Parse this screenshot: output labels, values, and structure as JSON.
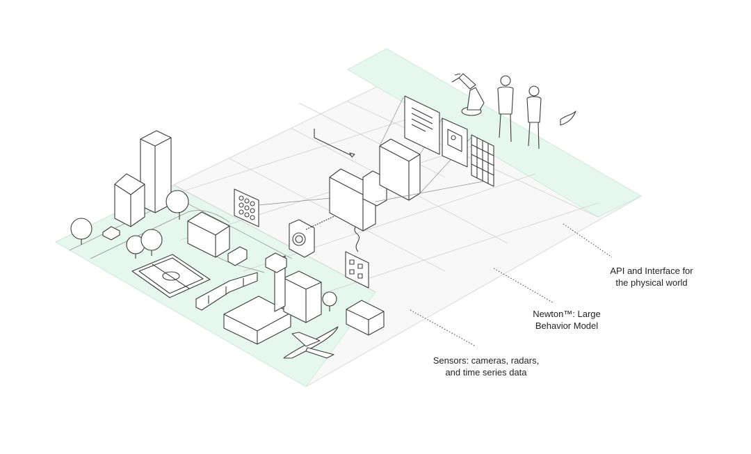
{
  "labels": {
    "api": {
      "line1": "API and Interface for",
      "line2": "the physical world"
    },
    "newton": {
      "line1": "Newton™: Large",
      "line2": "Behavior Model"
    },
    "sensors": {
      "line1": "Sensors: cameras, radars,",
      "line2": "and time series data"
    }
  },
  "colors": {
    "ground_green": "#e6f7ef",
    "line": "#3a3a3a",
    "grid": "#c9c9c9",
    "plane": "#f7f7f7"
  }
}
